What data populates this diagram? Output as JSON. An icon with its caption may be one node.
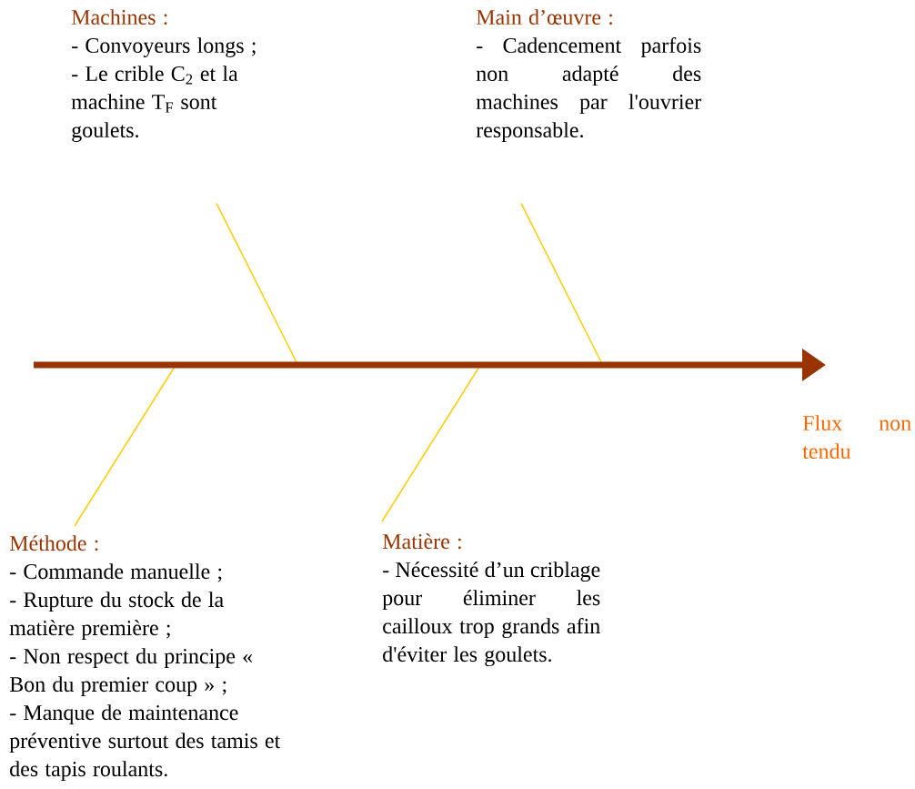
{
  "diagram": {
    "nodes": [
      {
        "text": [
          "Machines :",
          "- Convoyeurs longs ;",
          "- Le crible C$_{2}$ et la machine T$_{F}$ sont goulets."
        ]
      },
      {
        "text": [
          "Main d’œuvre :",
          "- Cadencement parfois non adapté des machines par l'ouvrier responsable."
        ]
      },
      {
        "text": [
          "Méthode :",
          "- Commande manuelle ;",
          "- Rupture du stock de la matière première ;",
          "- Non respect du principe « Bon du premier coup » ;",
          "- Manque de maintenance préventive surtout des tamis et des tapis roulants."
        ]
      },
      {
        "text": [
          "Matière :",
          "- Nécessité d’un criblage pour éliminer les cailloux trop grands afin d'éviter les goulets."
        ]
      },
      {
        "text": [
          "Flux non tendu"
        ]
      }
    ],
    "edges": [
      {
        "from": 0,
        "to": null,
        "arrow": "none"
      },
      {
        "from": 1,
        "to": null,
        "arrow": "none"
      },
      {
        "from": 2,
        "to": null,
        "arrow": "none"
      },
      {
        "from": 3,
        "to": null,
        "arrow": "none"
      },
      {
        "from": null,
        "to": 4,
        "arrow": "to",
        "style": "thick",
        "color": "#993300"
      }
    ]
  }
}
